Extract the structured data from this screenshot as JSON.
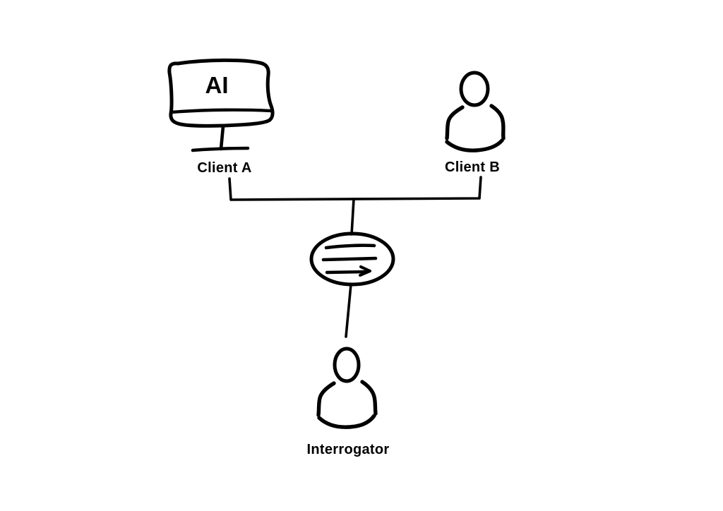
{
  "diagram": {
    "type": "sketch-diagram",
    "background_color": "#ffffff",
    "stroke_color": "#000000",
    "nodes": [
      {
        "id": "client-a",
        "label": "Client A",
        "icon": "ai-monitor-icon",
        "screen_text": "AI"
      },
      {
        "id": "client-b",
        "label": "Client B",
        "icon": "person-icon"
      },
      {
        "id": "message-exchange",
        "label": "",
        "icon": "message-exchange-icon"
      },
      {
        "id": "interrogator",
        "label": "Interrogator",
        "icon": "person-icon"
      }
    ],
    "edges": [
      {
        "from": "client-a",
        "to": "message-exchange"
      },
      {
        "from": "client-b",
        "to": "message-exchange"
      },
      {
        "from": "message-exchange",
        "to": "interrogator"
      }
    ]
  }
}
